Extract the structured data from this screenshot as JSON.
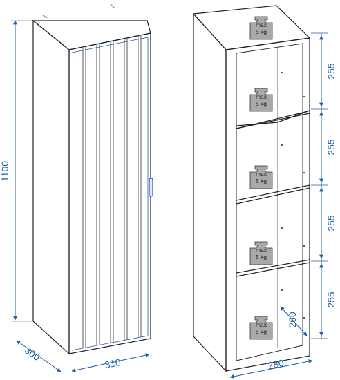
{
  "left_view": {
    "height_label": "1100",
    "depth_label": "300",
    "width_label": "310"
  },
  "right_view": {
    "width_label": "280",
    "inner_depth_label": "260",
    "compartment_labels": [
      "255",
      "255",
      "255",
      "255"
    ],
    "weight_badges": [
      {
        "line1": "max",
        "line2": "5 kg"
      },
      {
        "line1": "max",
        "line2": "5 kg"
      },
      {
        "line1": "max",
        "line2": "5 kg"
      },
      {
        "line1": "max",
        "line2": "5 kg"
      },
      {
        "line1": "max",
        "line2": "5 kg"
      }
    ]
  },
  "colors": {
    "dimension": "#1f5fa8",
    "outline": "#222222",
    "badge_fill": "#a9a9a9"
  }
}
